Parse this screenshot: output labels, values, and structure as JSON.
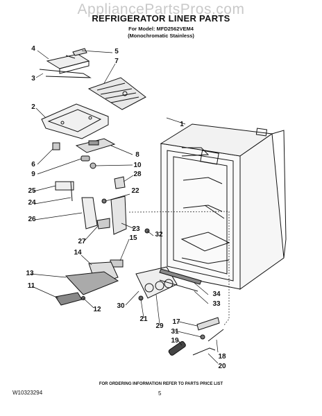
{
  "watermark": "AppliancePartsPros.com",
  "title": "REFRIGERATOR LINER PARTS",
  "model_line": "For Model: MFD2562VEM4",
  "finish_line": "(Monochromatic Stainless)",
  "footer_note": "FOR ORDERING INFORMATION REFER TO PARTS PRICE LIST",
  "doc_number": "W10323294",
  "page_number": "5",
  "callouts": {
    "c1": "1",
    "c2": "2",
    "c3": "3",
    "c4": "4",
    "c5": "5",
    "c6": "6",
    "c7": "7",
    "c8": "8",
    "c9": "9",
    "c10": "10",
    "c11": "11",
    "c12": "12",
    "c13": "13",
    "c14": "14",
    "c15": "15",
    "c17": "17",
    "c18": "18",
    "c19": "19",
    "c20": "20",
    "c21": "21",
    "c22": "22",
    "c23": "23",
    "c24": "24",
    "c25": "25",
    "c26": "26",
    "c27": "27",
    "c28": "28",
    "c29": "29",
    "c30": "30",
    "c31": "31",
    "c32": "32",
    "c33": "33",
    "c34": "34"
  }
}
